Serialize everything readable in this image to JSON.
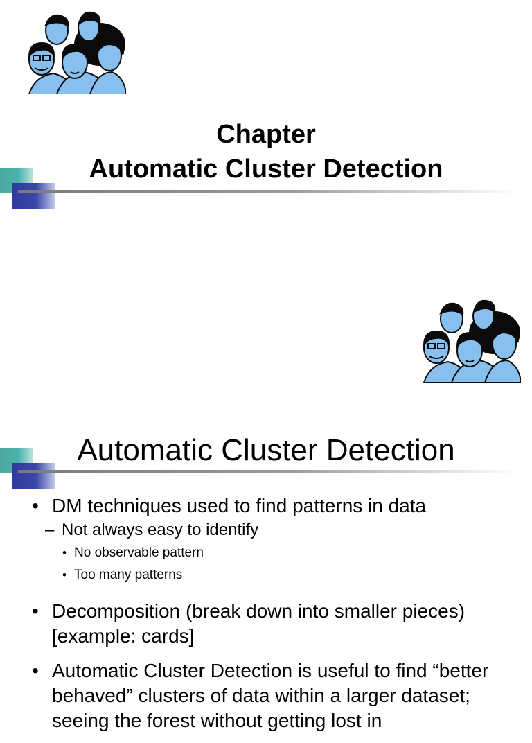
{
  "slide1": {
    "title_line1": "Chapter",
    "title_line2": "Automatic Cluster Detection",
    "illustration_icon": "people-group-icon"
  },
  "slide2": {
    "title": "Automatic Cluster Detection",
    "illustration_icon": "people-group-icon",
    "bullets": [
      {
        "text": "DM techniques used to find patterns in data",
        "sub": [
          {
            "text": "Not always easy to identify",
            "sub": [
              "No observable pattern",
              "Too many patterns"
            ]
          }
        ]
      },
      {
        "text": "Decomposition (break down into smaller pieces) [example: cards]"
      },
      {
        "text": "Automatic Cluster Detection is useful to find “better behaved” clusters of data within a larger dataset; seeing the forest without getting lost in"
      }
    ]
  },
  "colors": {
    "teal": "#49b3ab",
    "blue": "#2f3a9c",
    "rule": "#8a8a8a",
    "figure_fill": "#87c0ee"
  }
}
